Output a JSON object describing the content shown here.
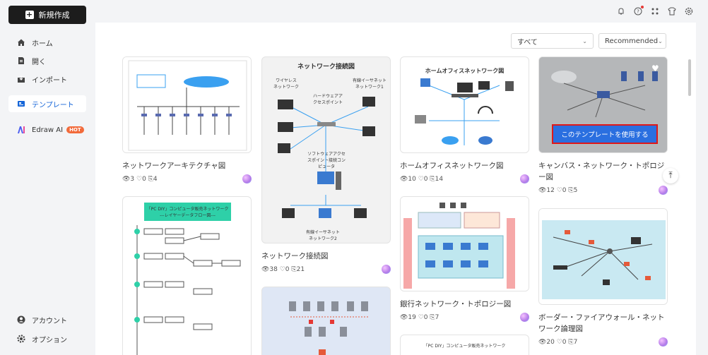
{
  "sidebar": {
    "new_label": "新規作成",
    "items": [
      {
        "label": "ホーム"
      },
      {
        "label": "開く"
      },
      {
        "label": "インポート"
      },
      {
        "label": "テンプレート"
      },
      {
        "label": "Edraw AI",
        "badge": "HOT"
      }
    ],
    "bottom": [
      {
        "label": "アカウント"
      },
      {
        "label": "オプション"
      }
    ]
  },
  "filters": {
    "category": "すべて",
    "sort": "Recommended"
  },
  "cards": [
    {
      "title": "ネットワークアーキテクチャ図",
      "stats": "👁3 ♡0 ⎘4"
    },
    {
      "title": "ネットワーク接続図",
      "stats": "👁38 ♡0 ⎘21",
      "thumb_title": "ネットワーク接続図",
      "labels": [
        "ワイヤレス\nネットワーク",
        "有線イーサネット\nネットワーク1",
        "ハードウェアア\nクセスポイント",
        "ソフトウェアアクセ\nスポイント接続コン\nピュータ",
        "有線イーサネット\nネットワーク2"
      ]
    },
    {
      "title": "ホームオフィスネットワーク図",
      "stats": "👁10 ♡0 ⎘14",
      "thumb_title": "ホームオフィスネットワーク図"
    },
    {
      "title": "キャンバス・ネットワーク・トポロジー図",
      "stats": "👁12 ♡0 ⎘5",
      "use_label": "このテンプレートを使用する"
    },
    {
      "title": "",
      "thumb_title": "「PC DIY」コンピュータ販売ネットワーク\n---レイヤーデータフロー図---"
    },
    {
      "title": "銀行ネットワーク・トポロジー図",
      "stats": "👁19 ♡0 ⎘7"
    },
    {
      "title": "ボーダー・ファイアウォール・ネットワーク論理図",
      "stats": "👁20 ♡0 ⎘7"
    },
    {
      "title": "",
      "thumb_title": "「PC DIY」コンピュータ販売ネットワーク"
    }
  ],
  "colors": {
    "accent": "#1565d8",
    "use_button": "#2a6fe0",
    "highlight_border": "#e01818"
  }
}
